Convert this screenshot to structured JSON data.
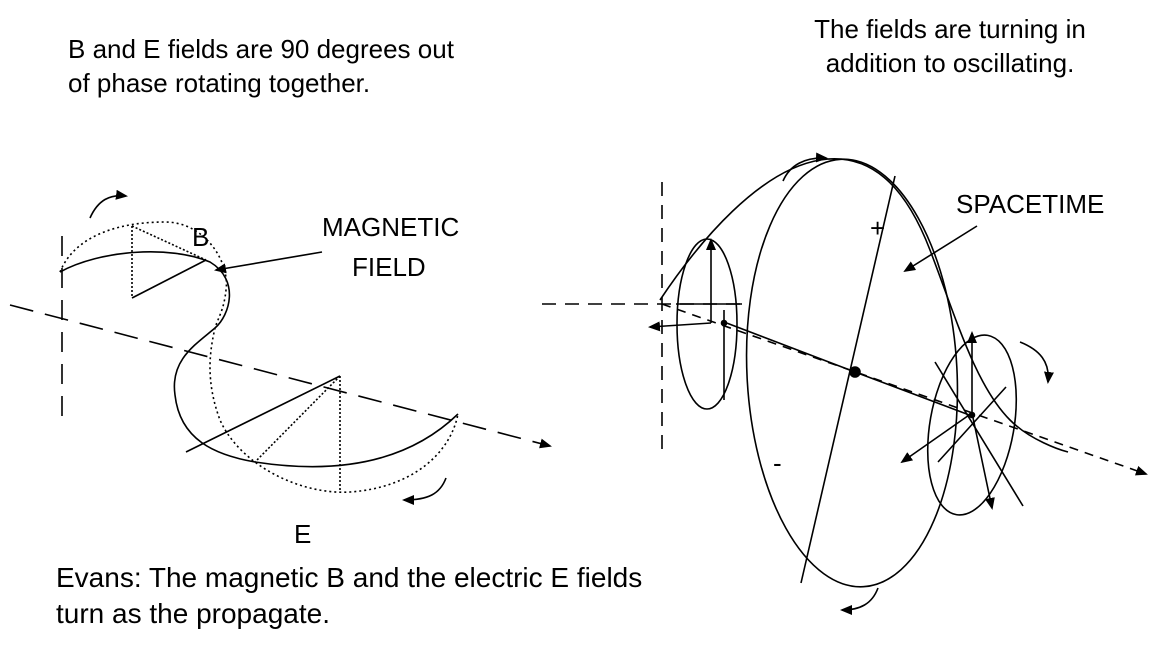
{
  "captions": {
    "left": [
      "B and E fields are 90 degrees out",
      " of phase rotating together."
    ],
    "right": [
      "The fields are turning in",
      "addition to oscillating."
    ],
    "bottom": [
      "Evans:  The magnetic B and the electric E fields",
      "turn as the propagate."
    ]
  },
  "labels": {
    "b": "B",
    "e": "E",
    "magnetic": [
      "MAGNETIC",
      "FIELD"
    ],
    "spacetime": "SPACETIME",
    "plus": "+",
    "minus": "-"
  }
}
